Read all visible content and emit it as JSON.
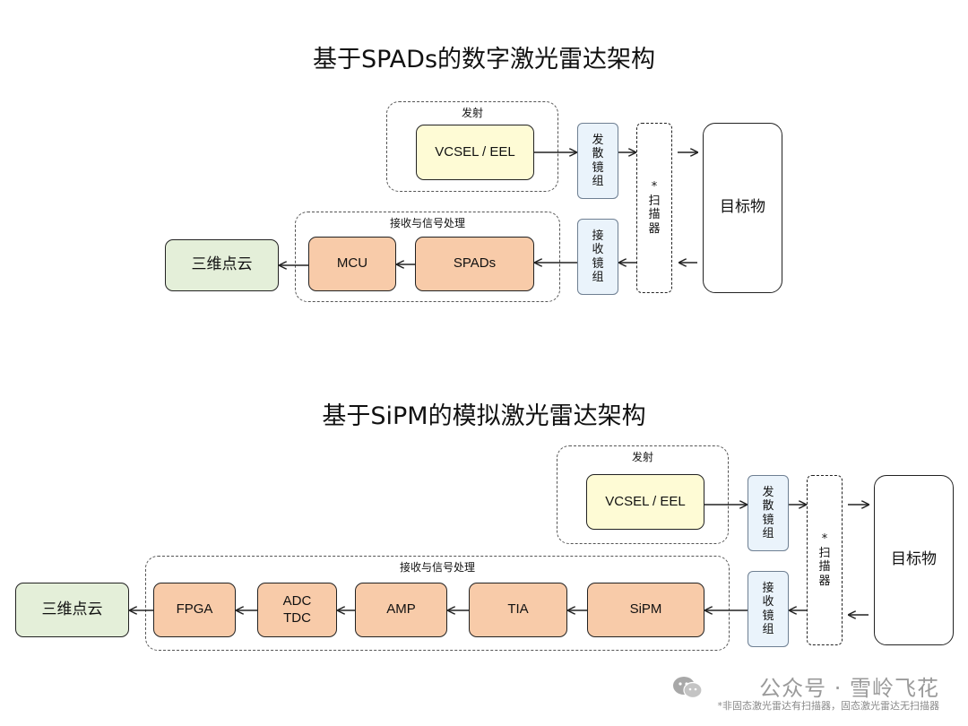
{
  "diagram1": {
    "title": "基于SPADs的数字激光雷达架构",
    "tx_group_label": "发射",
    "rx_group_label": "接收与信号处理",
    "laser": "VCSEL / EEL",
    "tx_lens": "发散镜组",
    "rx_lens": "接收镜组",
    "scanner": "*扫描器",
    "target": "目标物",
    "detector": "SPADs",
    "processor": "MCU",
    "output": "三维点云"
  },
  "diagram2": {
    "title": "基于SiPM的模拟激光雷达架构",
    "tx_group_label": "发射",
    "rx_group_label": "接收与信号处理",
    "laser": "VCSEL / EEL",
    "tx_lens": "发散镜组",
    "rx_lens": "接收镜组",
    "scanner": "*扫描器",
    "target": "目标物",
    "detector": "SiPM",
    "tia": "TIA",
    "amp": "AMP",
    "adc_tdc": "ADC\nTDC",
    "fpga": "FPGA",
    "output": "三维点云"
  },
  "watermark": "公众号 · 雪岭飞花",
  "footnote": "*非固态激光雷达有扫描器，固态激光雷达无扫描器",
  "colors": {
    "laser": "#fefbd5",
    "processing": "#f8cba9",
    "output": "#e4efd9",
    "lens": "#eaf3fb"
  }
}
